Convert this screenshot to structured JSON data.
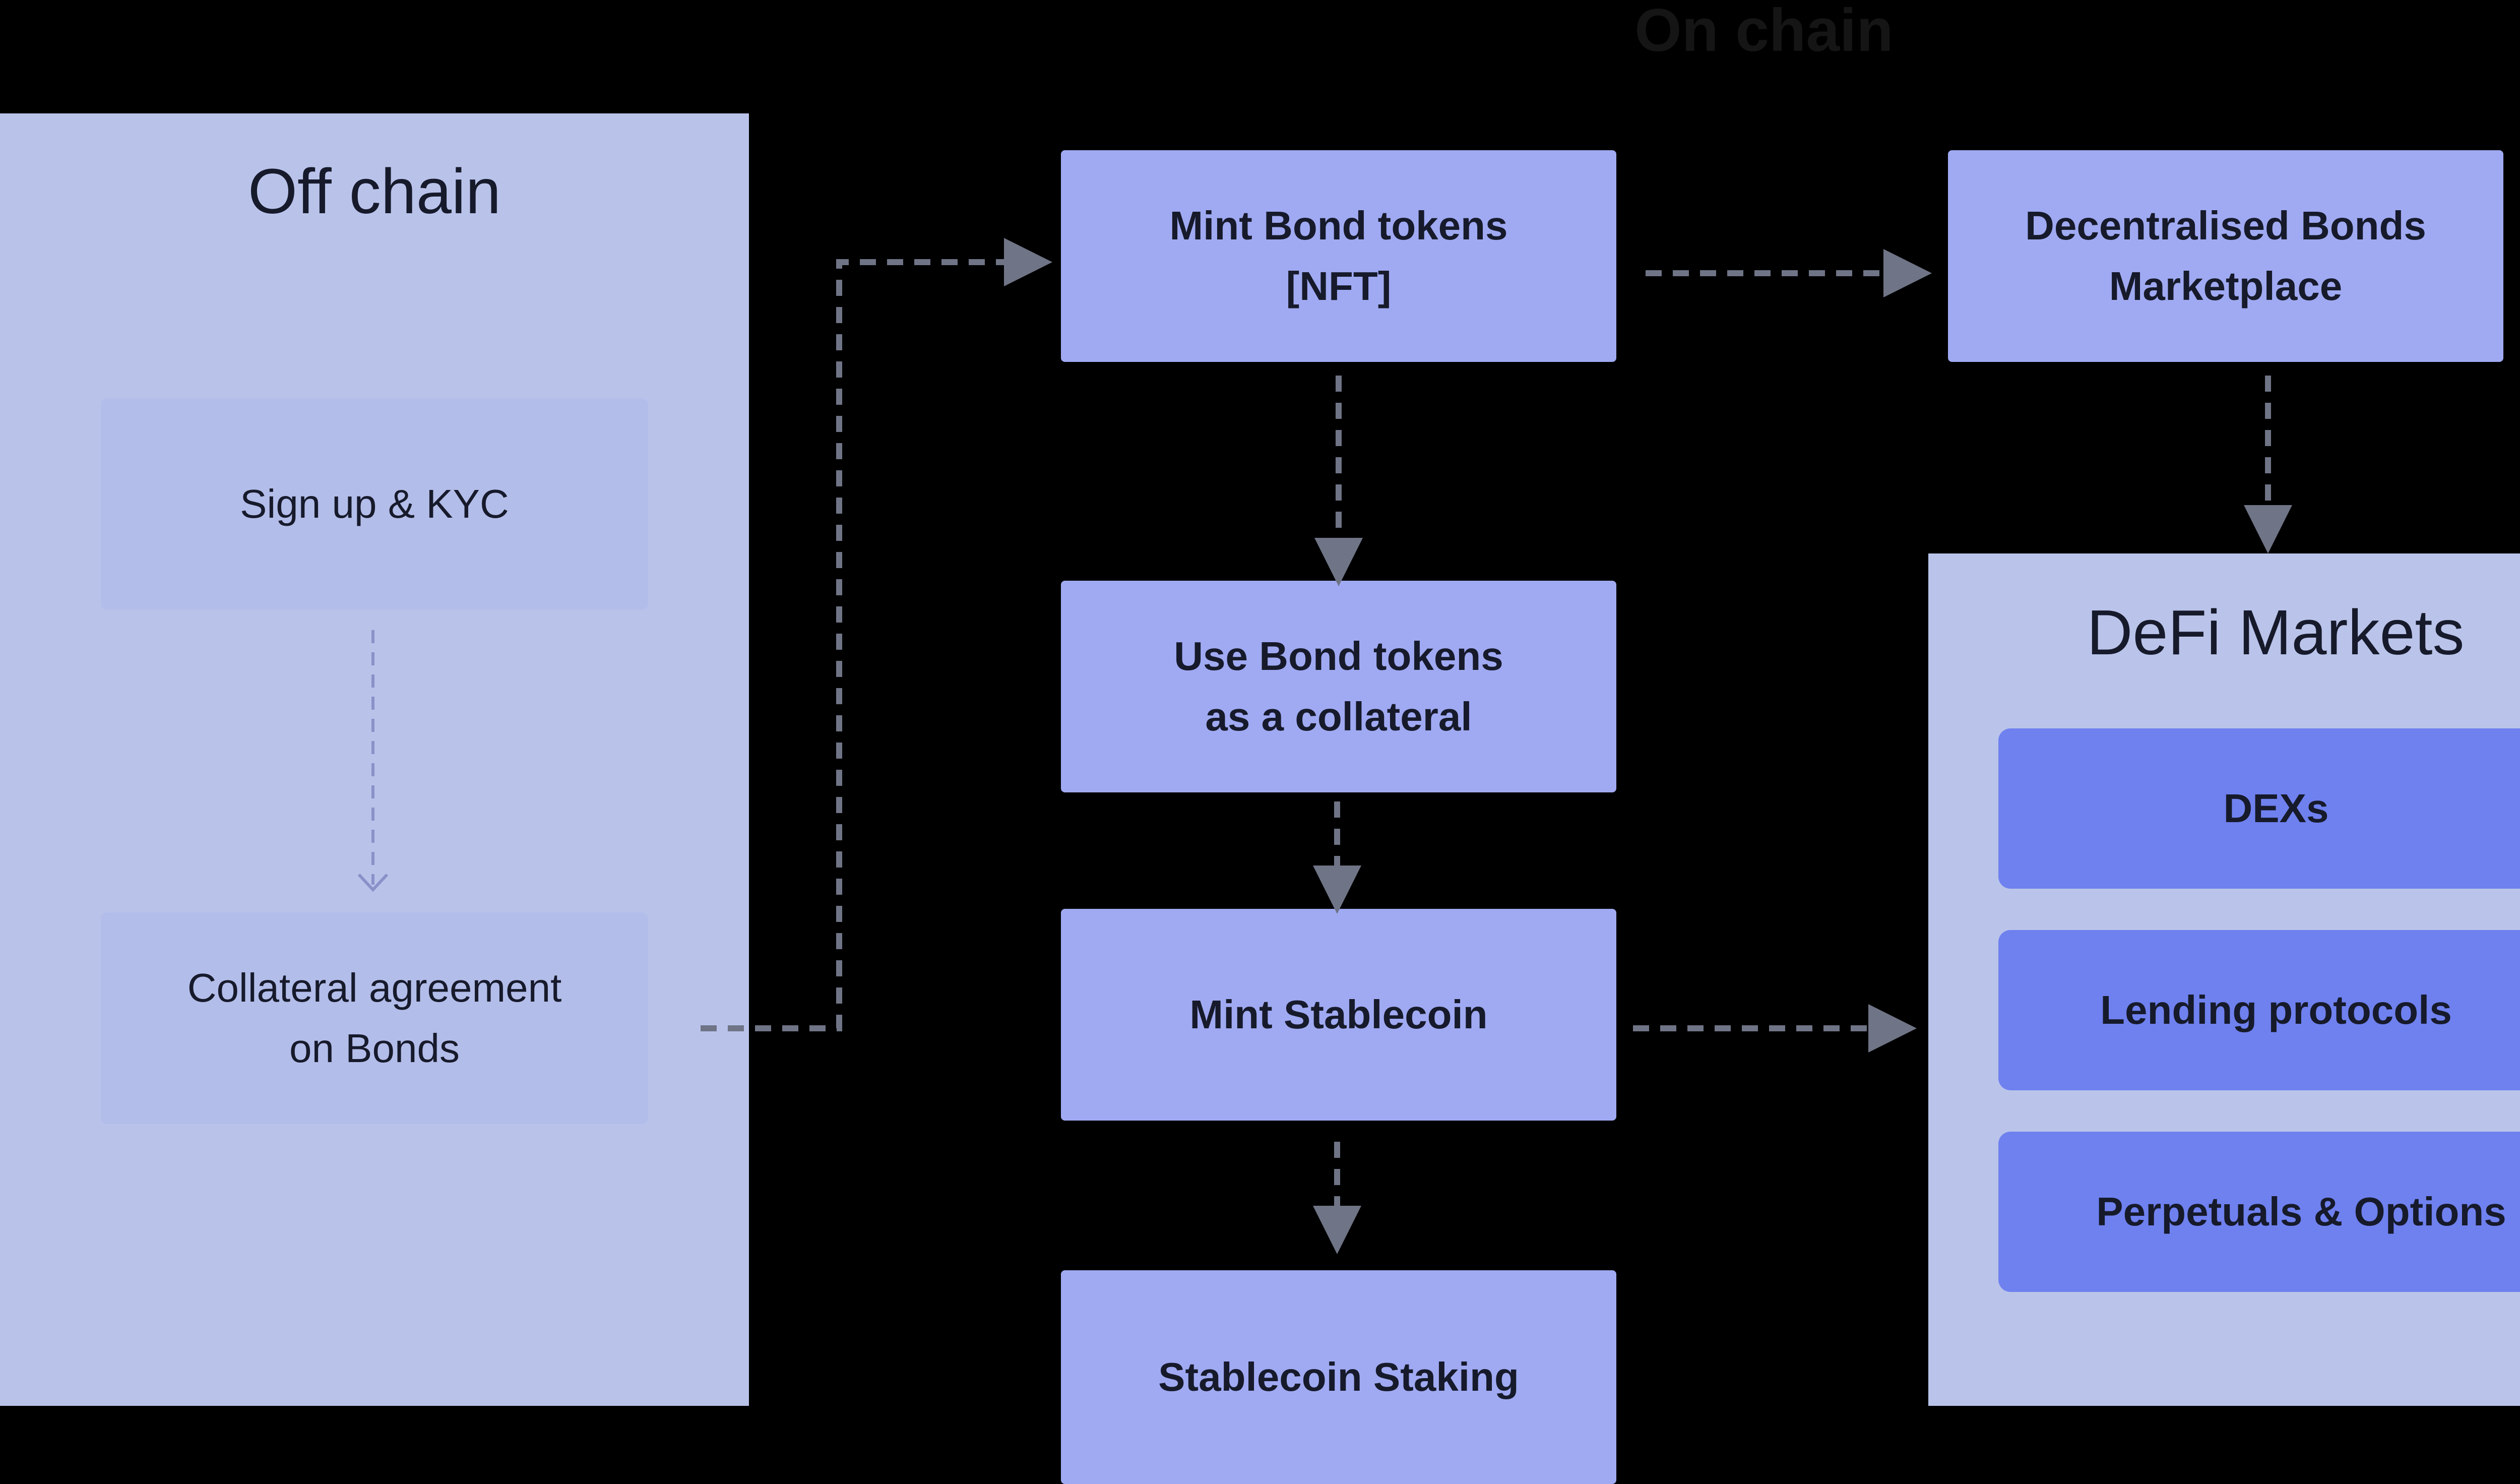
{
  "diagram": {
    "on_chain_heading": "On chain",
    "off_chain": {
      "title": "Off chain",
      "steps": [
        {
          "label": "Sign up & KYC"
        },
        {
          "label": "Collateral agreement\non Bonds"
        }
      ]
    },
    "on_chain": {
      "nodes": [
        {
          "label": "Mint Bond tokens\n[NFT]"
        },
        {
          "label": "Use Bond tokens\nas a collateral"
        },
        {
          "label": "Mint Stablecoin"
        },
        {
          "label": "Stablecoin Staking"
        },
        {
          "label": "Decentralised Bonds\nMarketplace"
        }
      ]
    },
    "defi_markets": {
      "title": "DeFi Markets",
      "items": [
        {
          "label": "DEXs"
        },
        {
          "label": "Lending protocols"
        },
        {
          "label": "Perpetuals & Options"
        }
      ]
    }
  },
  "colors": {
    "background": "#000000",
    "off_chain_panel": "#b9c3ea",
    "off_chain_inner": "#b3bde9",
    "on_chain_node": "#a0aaf2",
    "defi_panel": "#bac4ea",
    "defi_item": "#6f81ef",
    "text": "#161a2b",
    "connector": "#6f7486",
    "connector_light": "#8892c8"
  }
}
